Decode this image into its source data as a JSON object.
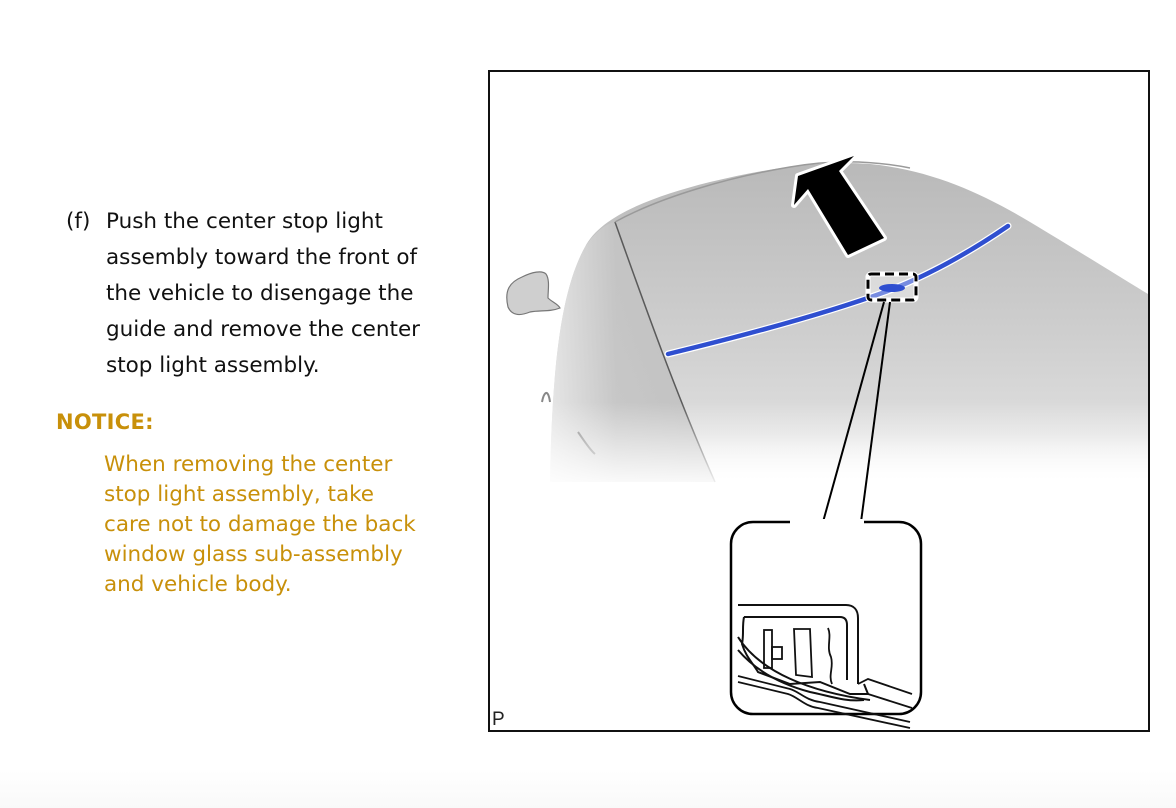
{
  "step": {
    "label": "(f)",
    "text": "Push the center stop light\nassembly toward the front of\nthe vehicle to disengage the\nguide and remove the center\nstop light assembly."
  },
  "notice": {
    "title": "NOTICE:",
    "body": "When removing the center\nstop light assembly, take\ncare not to damage the back\nwindow glass sub-assembly\nand vehicle body.",
    "color": "#c8900a"
  },
  "figure": {
    "code": "P",
    "arrow_icon": "push-direction-arrow",
    "highlight_color": "#2f4fd0",
    "callout": "guide-detail-inset"
  }
}
